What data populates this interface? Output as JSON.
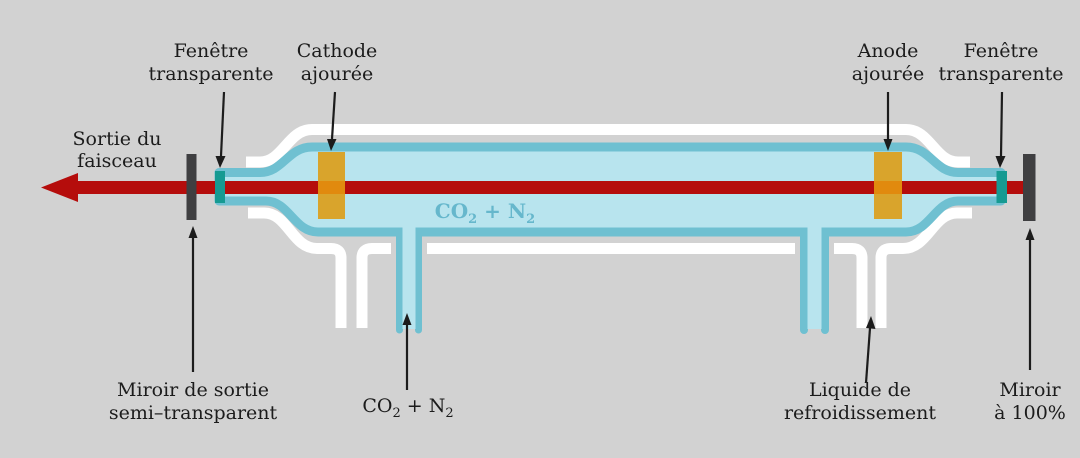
{
  "colors": {
    "background": "#d2d2d2",
    "beam_red": "#b50d0c",
    "tube_fill": "#b8e4ee",
    "tube_wall": "#6fc0d1",
    "jacket_white": "#ffffff",
    "window_teal": "#169a92",
    "mirror_gray": "#3f3f41",
    "electrode_orange": "#d9a42c",
    "electrode_core": "#e18a0e",
    "label_text": "#1c1c1c",
    "gas_text": "#66b7cc"
  },
  "labels": {
    "beam_output": {
      "line1": "Sortie du",
      "line2": "faisceau"
    },
    "window_left": {
      "line1": "Fenêtre",
      "line2": "transparente"
    },
    "cathode": {
      "line1": "Cathode",
      "line2": "ajourée"
    },
    "anode": {
      "line1": "Anode",
      "line2": "ajourée"
    },
    "window_right": {
      "line1": "Fenêtre",
      "line2": "transparente"
    },
    "mirror_left": {
      "line1": "Miroir de sortie",
      "line2": "semi–transparent"
    },
    "gas_in_tube": {
      "base": "CO",
      "sub1": "2",
      "mid": " + N",
      "sub2": "2"
    },
    "gas_inlet": {
      "base": "CO",
      "sub1": "2",
      "mid": " + N",
      "sub2": "2"
    },
    "coolant": {
      "line1": "Liquide de",
      "line2": "refroidissement"
    },
    "mirror_right": {
      "line1": "Miroir",
      "line2": "à 100%"
    }
  }
}
